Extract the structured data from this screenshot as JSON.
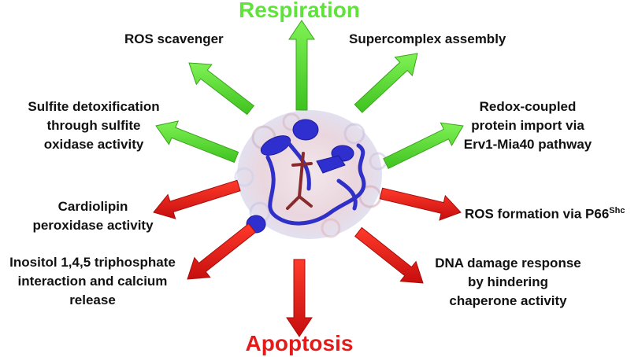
{
  "title_top": "Respiration",
  "title_bottom": "Apoptosis",
  "colors": {
    "respiration": "#5fe33a",
    "apoptosis": "#e31b1b",
    "text": "#111111"
  },
  "functions": {
    "ros_scavenger": "ROS scavenger",
    "supercomplex": "Supercomplex assembly",
    "sulfite": [
      "Sulfite detoxification",
      "through sulfite",
      "oxidase activity"
    ],
    "redox": [
      "Redox-coupled",
      "protein import via",
      "Erv1-Mia40 pathway"
    ],
    "cardiolipin": [
      "Cardiolipin",
      "peroxidase activity"
    ],
    "ros_formation": "ROS formation via P66",
    "ros_formation_sup": "Shc",
    "inositol": [
      "Inositol 1,4,5 triphosphate",
      "interaction and calcium",
      "release"
    ],
    "dna": [
      "DNA damage response",
      "by hindering",
      "chaperone activity"
    ]
  },
  "center_icon": "cytochrome-c-protein-structure"
}
